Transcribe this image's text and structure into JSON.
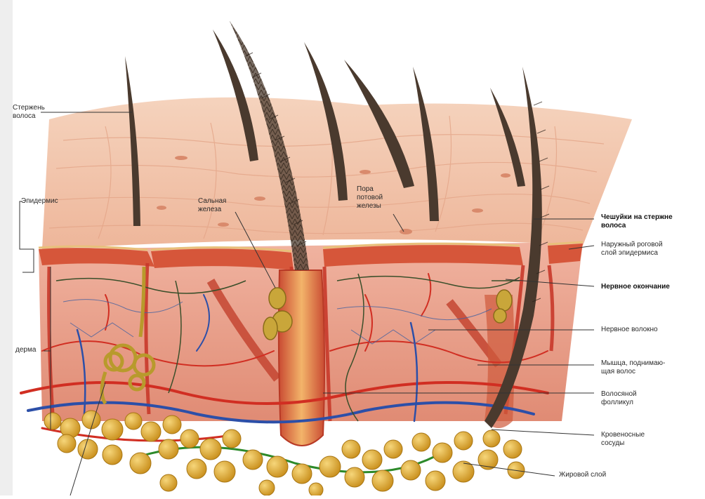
{
  "labels": {
    "hair_shaft": [
      "Стержень",
      "волоса"
    ],
    "epidermis": [
      "Эпидермис"
    ],
    "sebaceous_gland": [
      "Сальная",
      "железа"
    ],
    "sweat_pore": [
      "Пора",
      "потовой",
      "железы"
    ],
    "hair_scales": [
      "Чешуйки на стержне",
      "волоса"
    ],
    "stratum_corneum": [
      "Наружный роговой",
      "слой эпидермиса"
    ],
    "nerve_ending": [
      "Нервное окончание"
    ],
    "dermis": [
      "дерма"
    ],
    "nerve_fiber": [
      "Нервное волокно"
    ],
    "arrector_muscle": [
      "Мышца, поднимаю-",
      "щая волос"
    ],
    "hair_follicle": [
      "Волосяной",
      "фолликул"
    ],
    "blood_vessels": [
      "Кровеносные",
      "сосуды"
    ],
    "fat_layer": [
      "Жировой слой"
    ]
  },
  "colors": {
    "background": "#ffffff",
    "skin_surface": "#f3c2a4",
    "dermis": "#e69a86",
    "epidermis_edge": "#c8392a",
    "hair": "#4a3a2e",
    "fat": "#e3b23c",
    "artery": "#d12e22",
    "vein": "#2c4fa8",
    "nerve": "#3a4f2a",
    "gland": "#b89a2c",
    "leader_line": "#333333"
  }
}
